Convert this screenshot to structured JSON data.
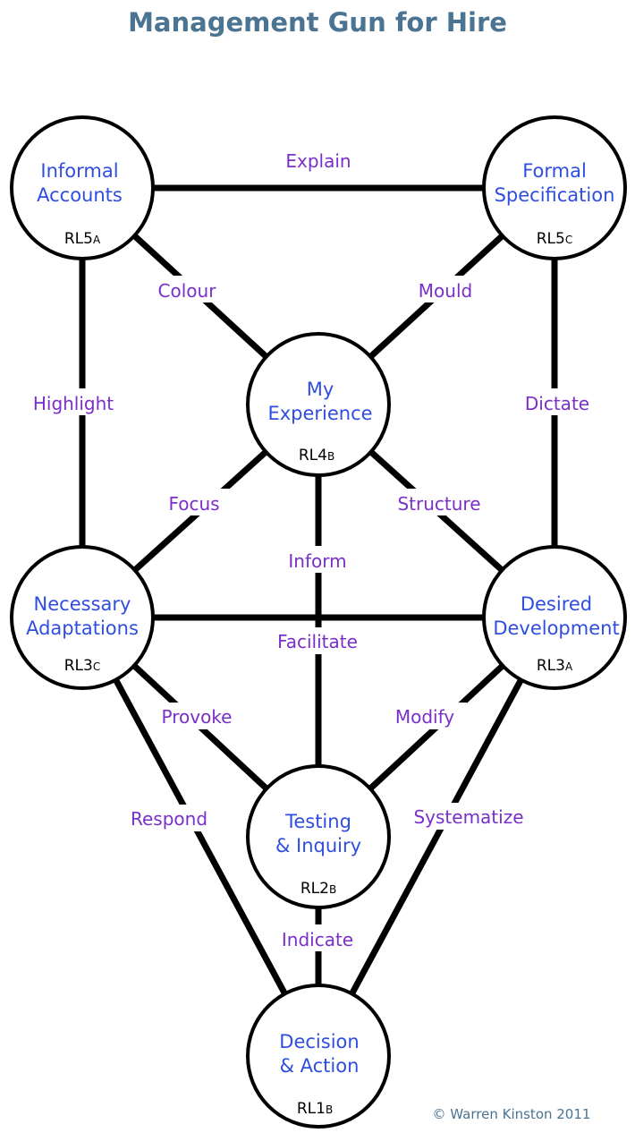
{
  "title": "Management Gun for Hire",
  "copyright": "© Warren Kinston 2011",
  "nodes": {
    "informal": {
      "line1": "Informal",
      "line2": "Accounts",
      "code": "RL5",
      "sub": "A"
    },
    "formal": {
      "line1": "Formal",
      "line2": "Specification",
      "code": "RL5",
      "sub": "C"
    },
    "experience": {
      "line1": "My",
      "line2": "Experience",
      "code": "RL4",
      "sub": "B"
    },
    "necessary": {
      "line1": "Necessary",
      "line2": "Adaptations",
      "code": "RL3",
      "sub": "C"
    },
    "desired": {
      "line1": "Desired",
      "line2": "Development",
      "code": "RL3",
      "sub": "A"
    },
    "testing": {
      "line1": "Testing",
      "line2": "& Inquiry",
      "code": "RL2",
      "sub": "B"
    },
    "decision": {
      "line1": "Decision",
      "line2": "& Action",
      "code": "RL1",
      "sub": "B"
    }
  },
  "edges": {
    "explain": "Explain",
    "colour": "Colour",
    "mould": "Mould",
    "highlight": "Highlight",
    "dictate": "Dictate",
    "focus": "Focus",
    "structure": "Structure",
    "inform": "Inform",
    "facilitate": "Facilitate",
    "provoke": "Provoke",
    "modify": "Modify",
    "respond": "Respond",
    "systematize": "Systematize",
    "indicate": "Indicate"
  }
}
